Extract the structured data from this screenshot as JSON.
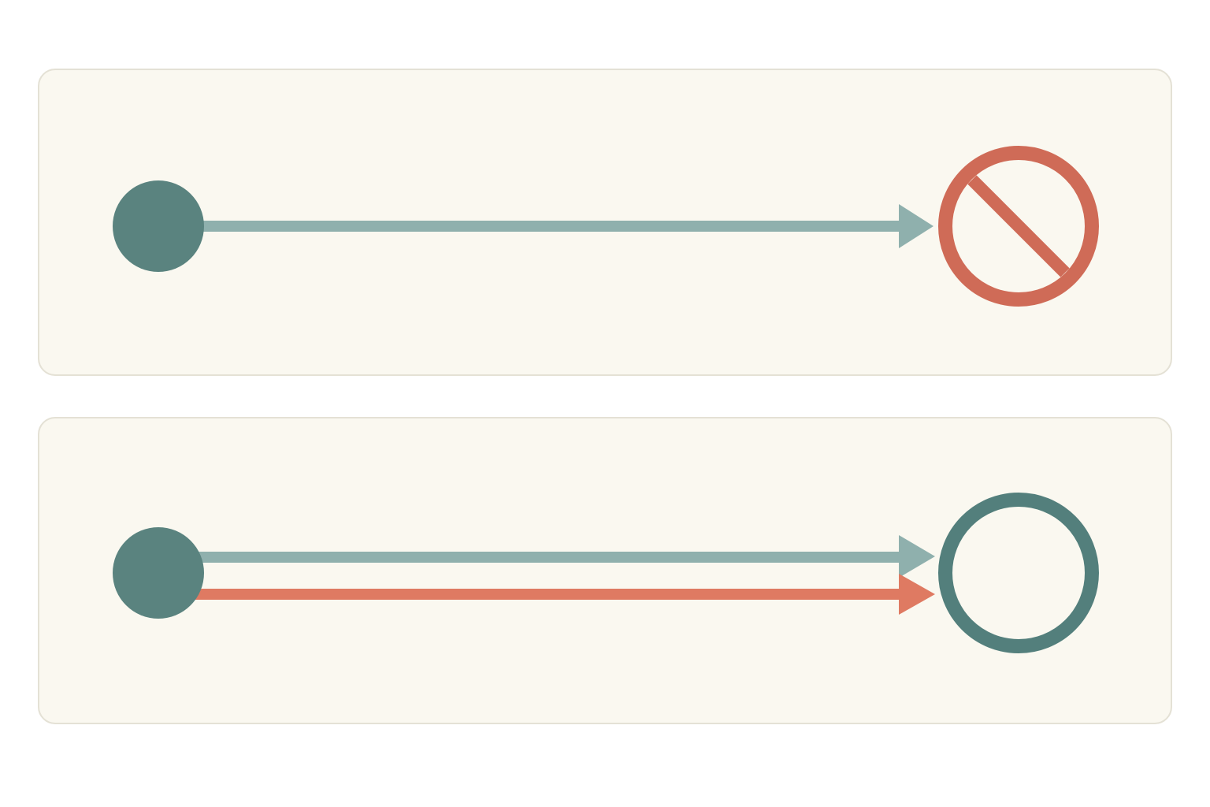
{
  "colors": {
    "page_background": "#ffffff",
    "panel_fill": "#faf8f0",
    "panel_border": "#e4e1d5",
    "source_node": "#5a837f",
    "arrow_teal": "#8fb0ad",
    "arrow_coral": "#df7a62",
    "blocked_symbol": "#cf6b57",
    "target_ring": "#537f7c"
  },
  "panels": [
    {
      "source": "teal-filled-circle",
      "connections": [
        {
          "color": "arrow_teal"
        }
      ],
      "target": "no-entry-sign-icon"
    },
    {
      "source": "teal-filled-circle",
      "connections": [
        {
          "color": "arrow_teal"
        },
        {
          "color": "arrow_coral"
        }
      ],
      "target": "open-circle"
    }
  ]
}
